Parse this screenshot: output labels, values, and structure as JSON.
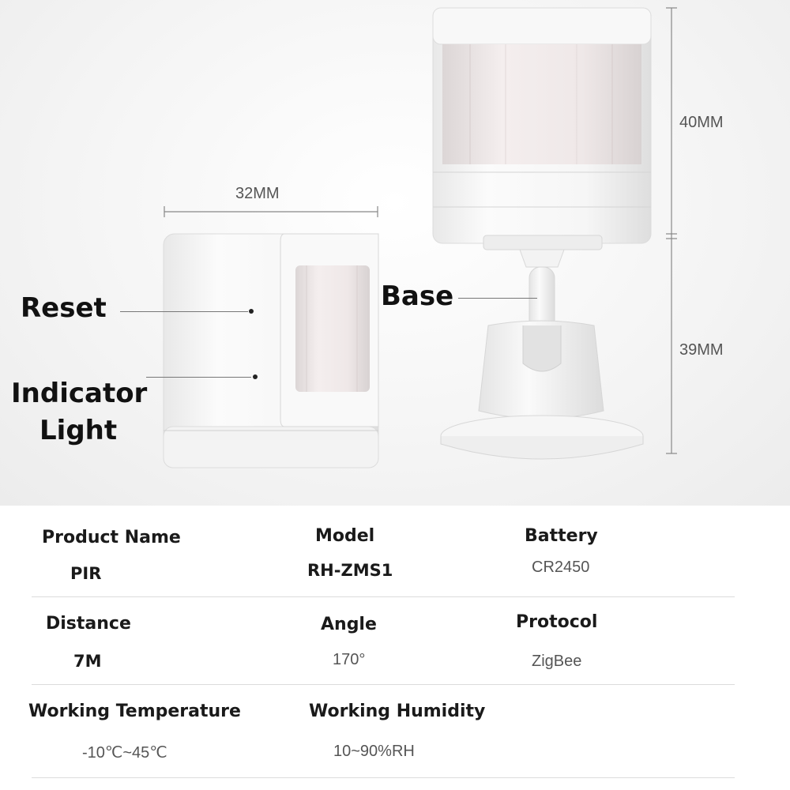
{
  "callouts": {
    "reset": "Reset",
    "indicator_line1": "Indicator",
    "indicator_line2": "Light",
    "base": "Base"
  },
  "dimensions": {
    "width": "32MM",
    "top_height": "40MM",
    "bottom_height": "39MM"
  },
  "specs": {
    "product_name_label": "Product Name",
    "product_name_value": "PIR",
    "model_label": "Model",
    "model_value": "RH-ZMS1",
    "battery_label": "Battery",
    "battery_value": "CR2450",
    "distance_label": "Distance",
    "distance_value": "7M",
    "angle_label": "Angle",
    "angle_value": "170°",
    "protocol_label": "Protocol",
    "protocol_value": "ZigBee",
    "temp_label": "Working Temperature",
    "temp_value": "-10℃~45℃",
    "humidity_label": "Working Humidity",
    "humidity_value": "10~90%RH"
  },
  "colors": {
    "device_white": "#f7f7f7",
    "lens": "#ece6e6",
    "text": "#111111"
  }
}
